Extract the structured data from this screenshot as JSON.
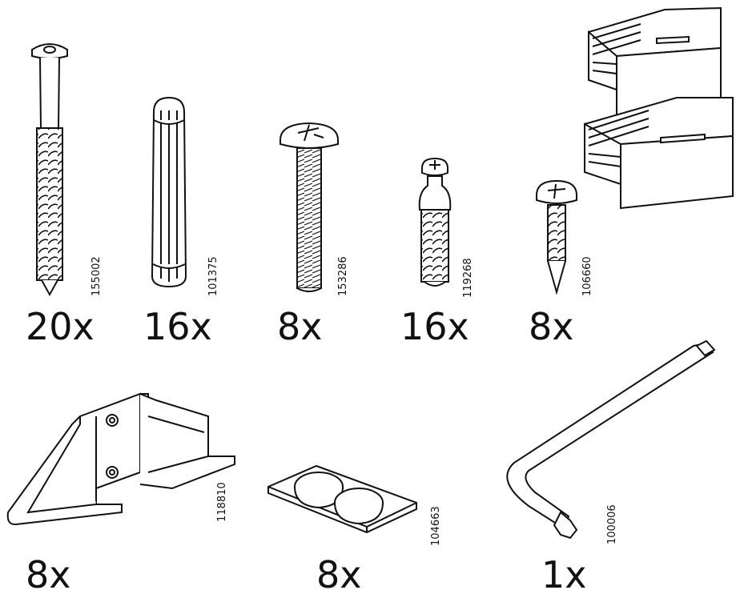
{
  "parts": [
    {
      "id": "screw-long",
      "code": "155002",
      "qty": "20x"
    },
    {
      "id": "dowel",
      "code": "101375",
      "qty": "16x"
    },
    {
      "id": "bolt",
      "code": "153286",
      "qty": "8x"
    },
    {
      "id": "cam-pin",
      "code": "119268",
      "qty": "16x"
    },
    {
      "id": "screw-small",
      "code": "106660",
      "qty": "8x"
    },
    {
      "id": "bracket",
      "code": "118810",
      "qty": "8x"
    },
    {
      "id": "felt-pads",
      "code": "104663",
      "qty": "8x"
    },
    {
      "id": "allen-key",
      "code": "100006",
      "qty": "1x"
    }
  ]
}
